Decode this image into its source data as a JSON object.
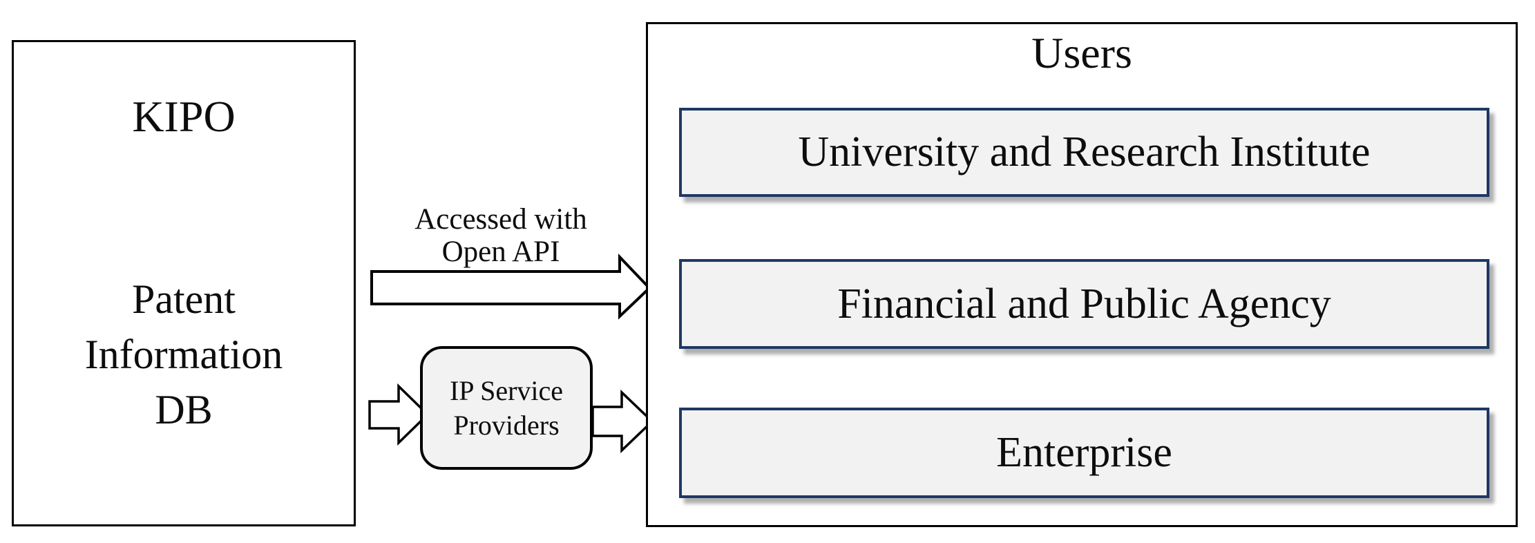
{
  "diagram": {
    "kipo": {
      "title": "KIPO",
      "database": {
        "lines": [
          "Patent",
          "Information",
          "DB"
        ]
      }
    },
    "open_api_arrow": {
      "label_lines": [
        "Accessed with",
        "Open API"
      ]
    },
    "ip_service": {
      "lines": [
        "IP Service",
        "Providers"
      ]
    },
    "users": {
      "title": "Users",
      "groups": [
        {
          "label": "University and Research Institute"
        },
        {
          "label": "Financial and Public Agency"
        },
        {
          "label": "Enterprise"
        }
      ]
    },
    "colors": {
      "accent_navy": "#1f3864",
      "node_fill": "#f2f2f2",
      "outline_black": "#000000"
    }
  }
}
